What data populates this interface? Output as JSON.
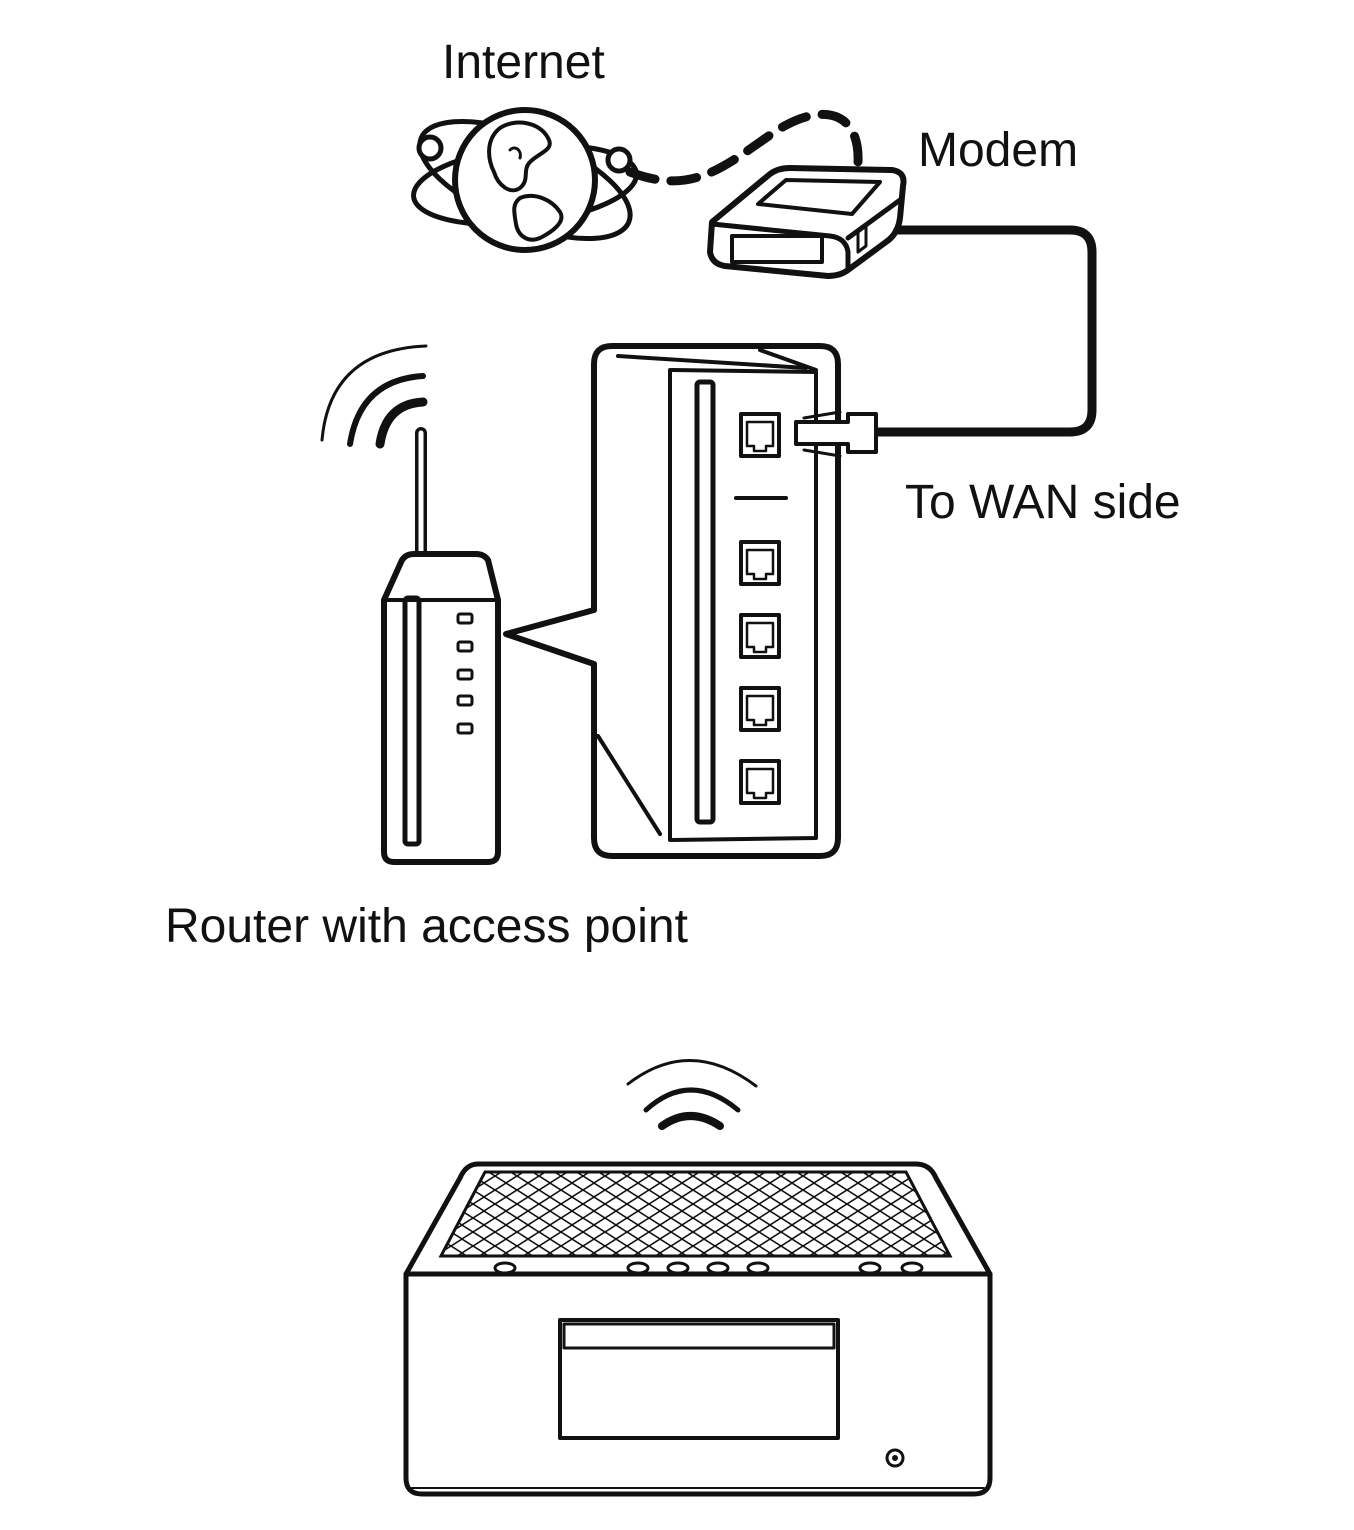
{
  "labels": {
    "internet": "Internet",
    "modem": "Modem",
    "wan": "To WAN side",
    "router": "Router with access point"
  },
  "colors": {
    "line": "#111111",
    "background": "#ffffff"
  },
  "icons": [
    "globe-icon",
    "modem-icon",
    "router-icon",
    "wifi-signal-icon",
    "ethernet-port-icon",
    "network-player-icon"
  ]
}
